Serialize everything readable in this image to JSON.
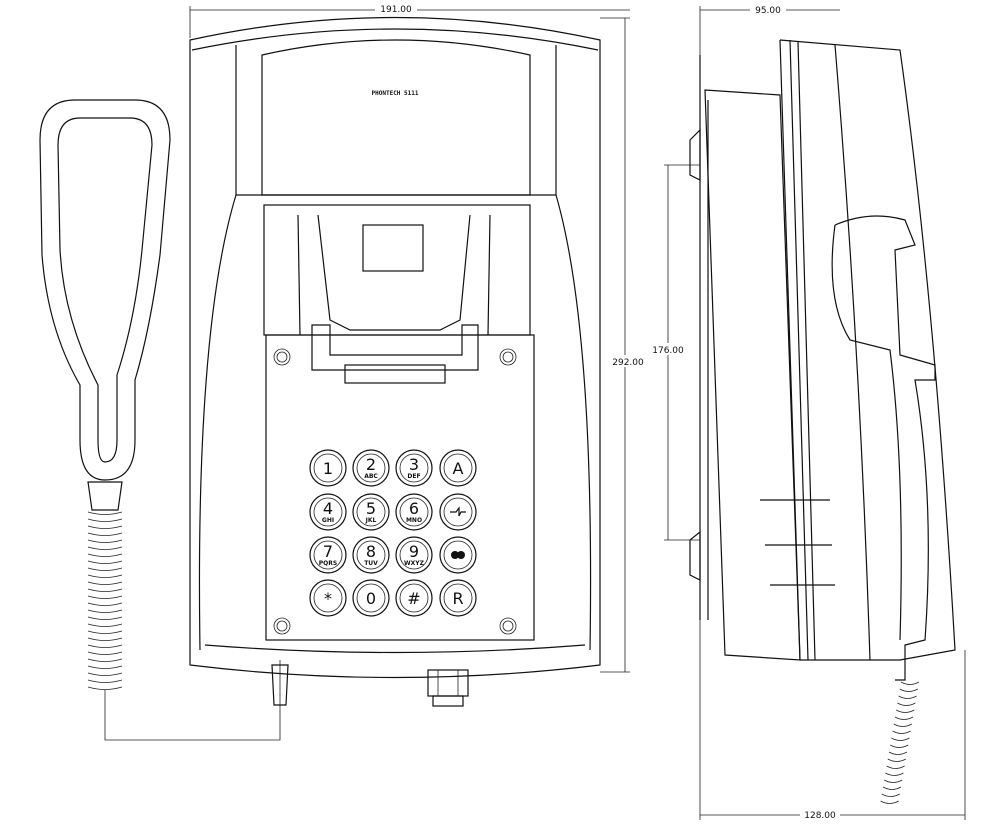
{
  "drawing": {
    "brand_label": "PHONTECH 5111",
    "dimensions": {
      "front_width": "191.00",
      "front_height": "292.00",
      "side_depth_top": "95.00",
      "side_mount_spacing": "176.00",
      "side_depth_bottom": "128.00"
    },
    "keypad": [
      {
        "main": "1",
        "sub": ""
      },
      {
        "main": "2",
        "sub": "ABC"
      },
      {
        "main": "3",
        "sub": "DEF"
      },
      {
        "main": "A",
        "sub": ""
      },
      {
        "main": "4",
        "sub": "GHI"
      },
      {
        "main": "5",
        "sub": "JKL"
      },
      {
        "main": "6",
        "sub": "MNO"
      },
      {
        "main": "",
        "sub": "",
        "icon": "hook-flash-icon"
      },
      {
        "main": "7",
        "sub": "PQRS"
      },
      {
        "main": "8",
        "sub": "TUV"
      },
      {
        "main": "9",
        "sub": "WXYZ"
      },
      {
        "main": "",
        "sub": "",
        "icon": "volume-icon"
      },
      {
        "main": "*",
        "sub": ""
      },
      {
        "main": "0",
        "sub": ""
      },
      {
        "main": "#",
        "sub": ""
      },
      {
        "main": "R",
        "sub": ""
      }
    ]
  }
}
